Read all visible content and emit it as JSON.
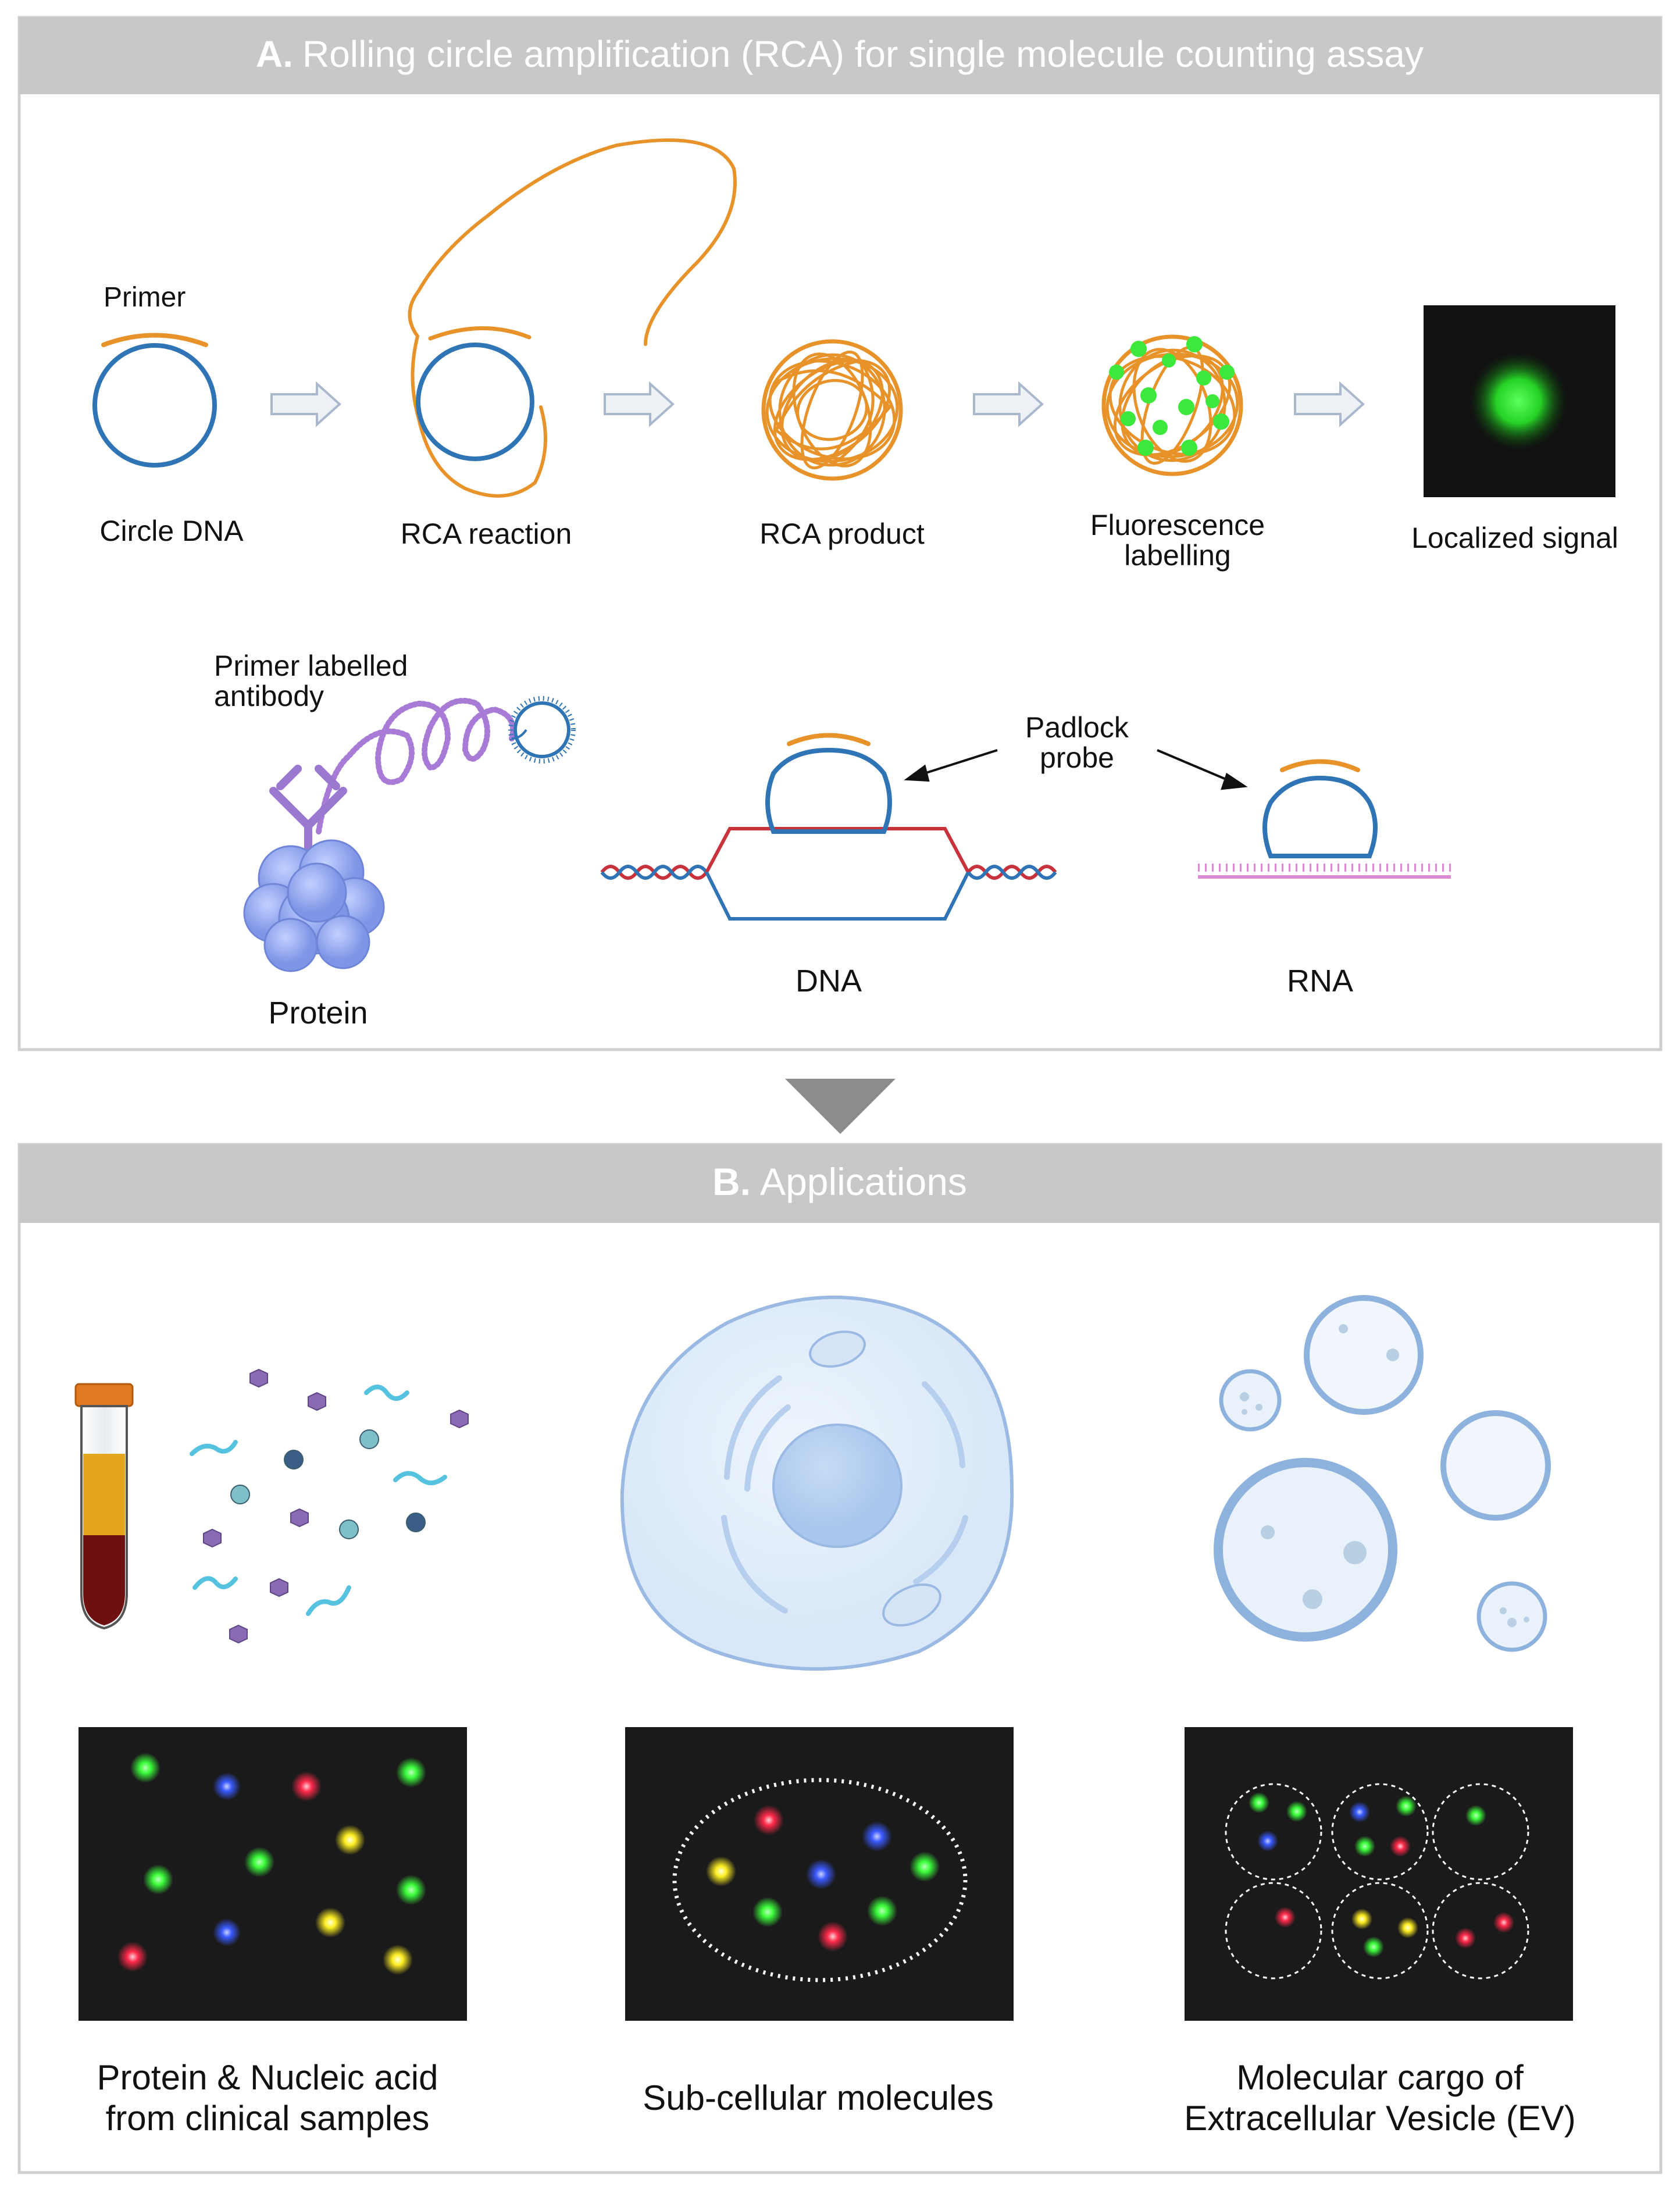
{
  "panel_a": {
    "header_letter": "A.",
    "header_text": "Rolling circle amplification (RCA) for single molecule counting  assay",
    "steps": {
      "primer": "Primer",
      "circle_dna": "Circle DNA",
      "rca_reaction": "RCA reaction",
      "rca_product": "RCA product",
      "fluorescence_line1": "Fluorescence",
      "fluorescence_line2": "labelling",
      "localized_signal": "Localized signal"
    },
    "targets": {
      "antibody_line1": "Primer labelled",
      "antibody_line2": "antibody",
      "protein": "Protein",
      "padlock_line1": "Padlock",
      "padlock_line2": "probe",
      "dna": "DNA",
      "rna": "RNA"
    }
  },
  "panel_b": {
    "header_letter": "B.",
    "header_text": "Applications",
    "captions": {
      "clinical_line1": "Protein & Nucleic acid",
      "clinical_line2": "from clinical samples",
      "subcellular": "Sub-cellular molecules",
      "ev_line1": "Molecular cargo of",
      "ev_line2": "Extracellular Vesicle (EV)"
    }
  },
  "colors": {
    "header_gray": "#c8c8c8",
    "arrow_gray": "#8c8c8c",
    "circle_blue": "#2f74b5",
    "primer_orange": "#e8922a",
    "antibody_purple": "#a77bd6",
    "protein_blue": "#8ea8f0",
    "dna_red": "#c8323a",
    "rna_pink": "#d98ad6",
    "signal_green": "#3cff3c",
    "spot_red": "#ff2a4a",
    "spot_blue": "#3a5aff",
    "spot_yellow": "#ffee22",
    "panel_black": "#1a1a1a"
  }
}
